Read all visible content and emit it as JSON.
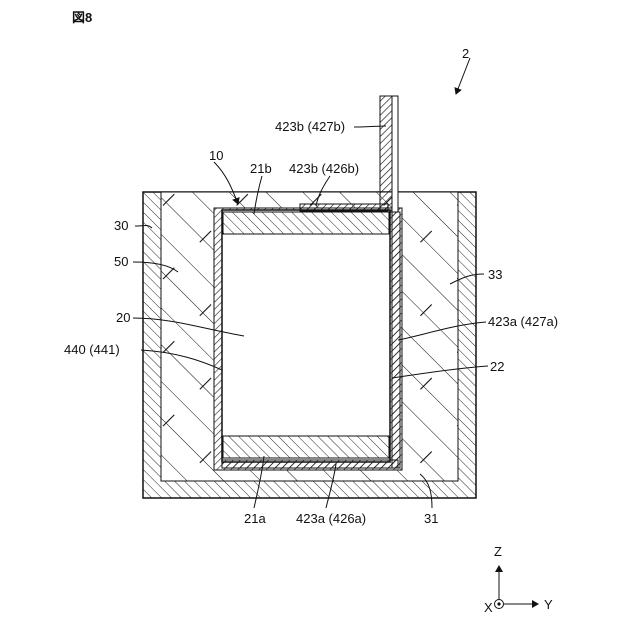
{
  "figure": {
    "title": "図8",
    "ref_2": "2",
    "ref_10": "10",
    "ref_21b": "21b",
    "ref_423b_426b": "423b (426b)",
    "ref_423b_427b": "423b (427b)",
    "ref_30": "30",
    "ref_50": "50",
    "ref_20": "20",
    "ref_440_441": "440 (441)",
    "ref_33": "33",
    "ref_423a_427a": "423a (427a)",
    "ref_22": "22",
    "ref_21a": "21a",
    "ref_423a_426a": "423a (426a)",
    "ref_31": "31"
  },
  "axes": {
    "z_label": "Z",
    "y_label": "Y",
    "x_label": "X"
  }
}
